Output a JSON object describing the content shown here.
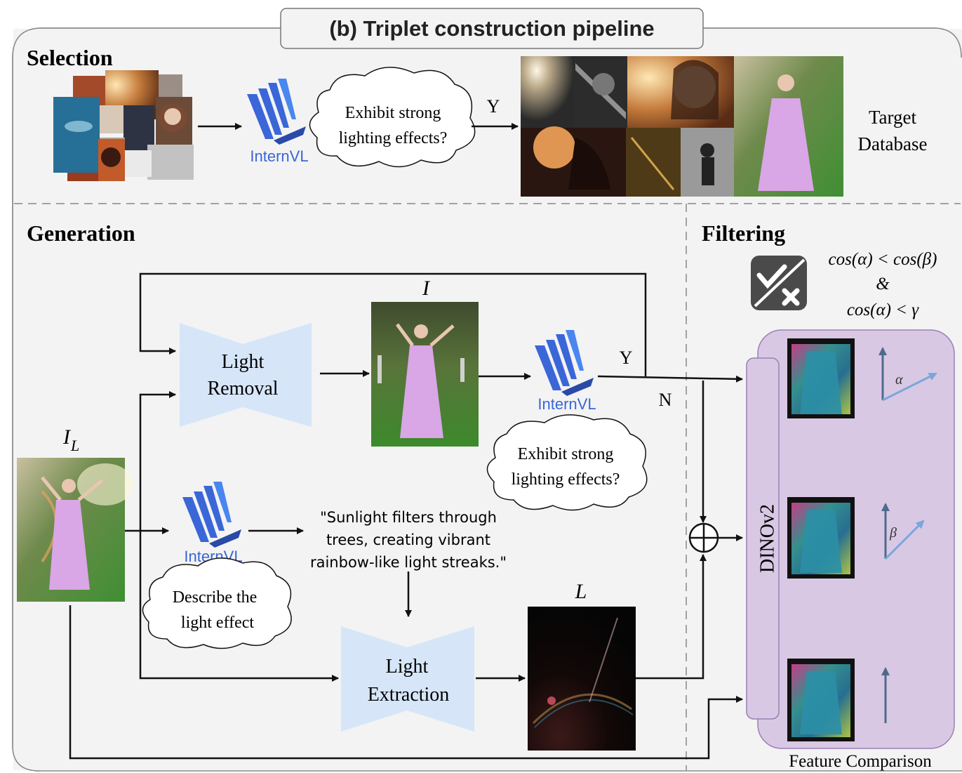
{
  "title": "(b) Triplet construction pipeline",
  "sections": {
    "selection": "Selection",
    "generation": "Generation",
    "filtering": "Filtering"
  },
  "model_name": "InternVL",
  "selection": {
    "question_line1": "Exhibit strong",
    "question_line2": "lighting effects?",
    "yes_label": "Y",
    "target_line1": "Target",
    "target_line2": "Database"
  },
  "generation": {
    "symbol_I": "I",
    "symbol_IL": "I",
    "symbol_IL_sub": "L",
    "symbol_L": "L",
    "light_removal_line1": "Light",
    "light_removal_line2": "Removal",
    "light_extraction_line1": "Light",
    "light_extraction_line2": "Extraction",
    "yes_label": "Y",
    "no_label": "N",
    "question_line1": "Exhibit strong",
    "question_line2": "lighting effects?",
    "describe_line1": "Describe the",
    "describe_line2": "light effect",
    "caption_line1": "\"Sunlight filters through",
    "caption_line2": "trees, creating vibrant",
    "caption_line3": "rainbow-like light streaks.\""
  },
  "filtering": {
    "condition_line1": "cos(α) < cos(β)",
    "condition_line2": "&",
    "condition_line3": "cos(α) < γ",
    "encoder": "DINOv2",
    "alpha": "α",
    "beta": "β",
    "feature_label": "Feature Comparison"
  },
  "colors": {
    "panel_bg": "#f3f3f3",
    "panel_border": "#8a8a8a",
    "block_blue": "#d6e6f8",
    "dino_purple": "#d8c8e4",
    "dino_border": "#9c80b4",
    "internvl_blue": "#3a66d8",
    "vector_blue": "#7aa6da"
  }
}
